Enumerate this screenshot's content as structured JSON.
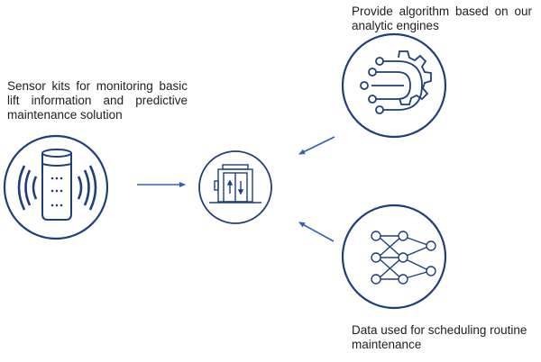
{
  "colors": {
    "primary_stroke": "#1d3f7f",
    "arrow": "#2e62b6",
    "text": "#1e1e1e",
    "background": "#ffffff"
  },
  "nodes": {
    "sensor": {
      "label": "Sensor kits for monitoring basic lift information and predictive maintenance solution",
      "icon": "sensor-device-icon"
    },
    "elevator": {
      "icon": "elevator-icon"
    },
    "algorithm": {
      "label": "Provide algorithm based on our analytic engines",
      "icon": "gear-algorithm-icon"
    },
    "data": {
      "label": "Data used for scheduling routine maintenance",
      "icon": "neural-network-icon"
    }
  },
  "edges": [
    {
      "from": "sensor",
      "to": "elevator"
    },
    {
      "from": "algorithm",
      "to": "elevator"
    },
    {
      "from": "data",
      "to": "elevator"
    }
  ]
}
